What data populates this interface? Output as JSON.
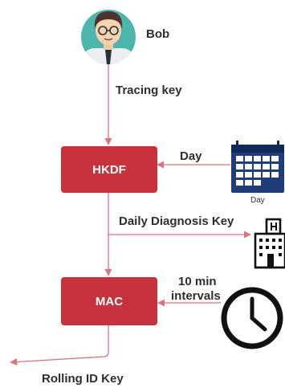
{
  "actor": {
    "name": "Bob"
  },
  "edges": {
    "tracing_key": "Tracing key",
    "day": "Day",
    "daily_diagnosis_key": "Daily Diagnosis Key",
    "interval_line1": "10 min",
    "interval_line2": "intervals",
    "rolling_id_key": "Rolling ID Key"
  },
  "nodes": {
    "hkdf": "HKDF",
    "mac": "MAC"
  },
  "calendar": {
    "caption": "Day"
  },
  "colors": {
    "box": "#c8323c",
    "arrow": "#d9747b",
    "calendar": "#1f3d7a",
    "icon": "#111111"
  },
  "icons": [
    "avatar-bob",
    "calendar-icon",
    "hospital-icon",
    "clock-icon"
  ]
}
